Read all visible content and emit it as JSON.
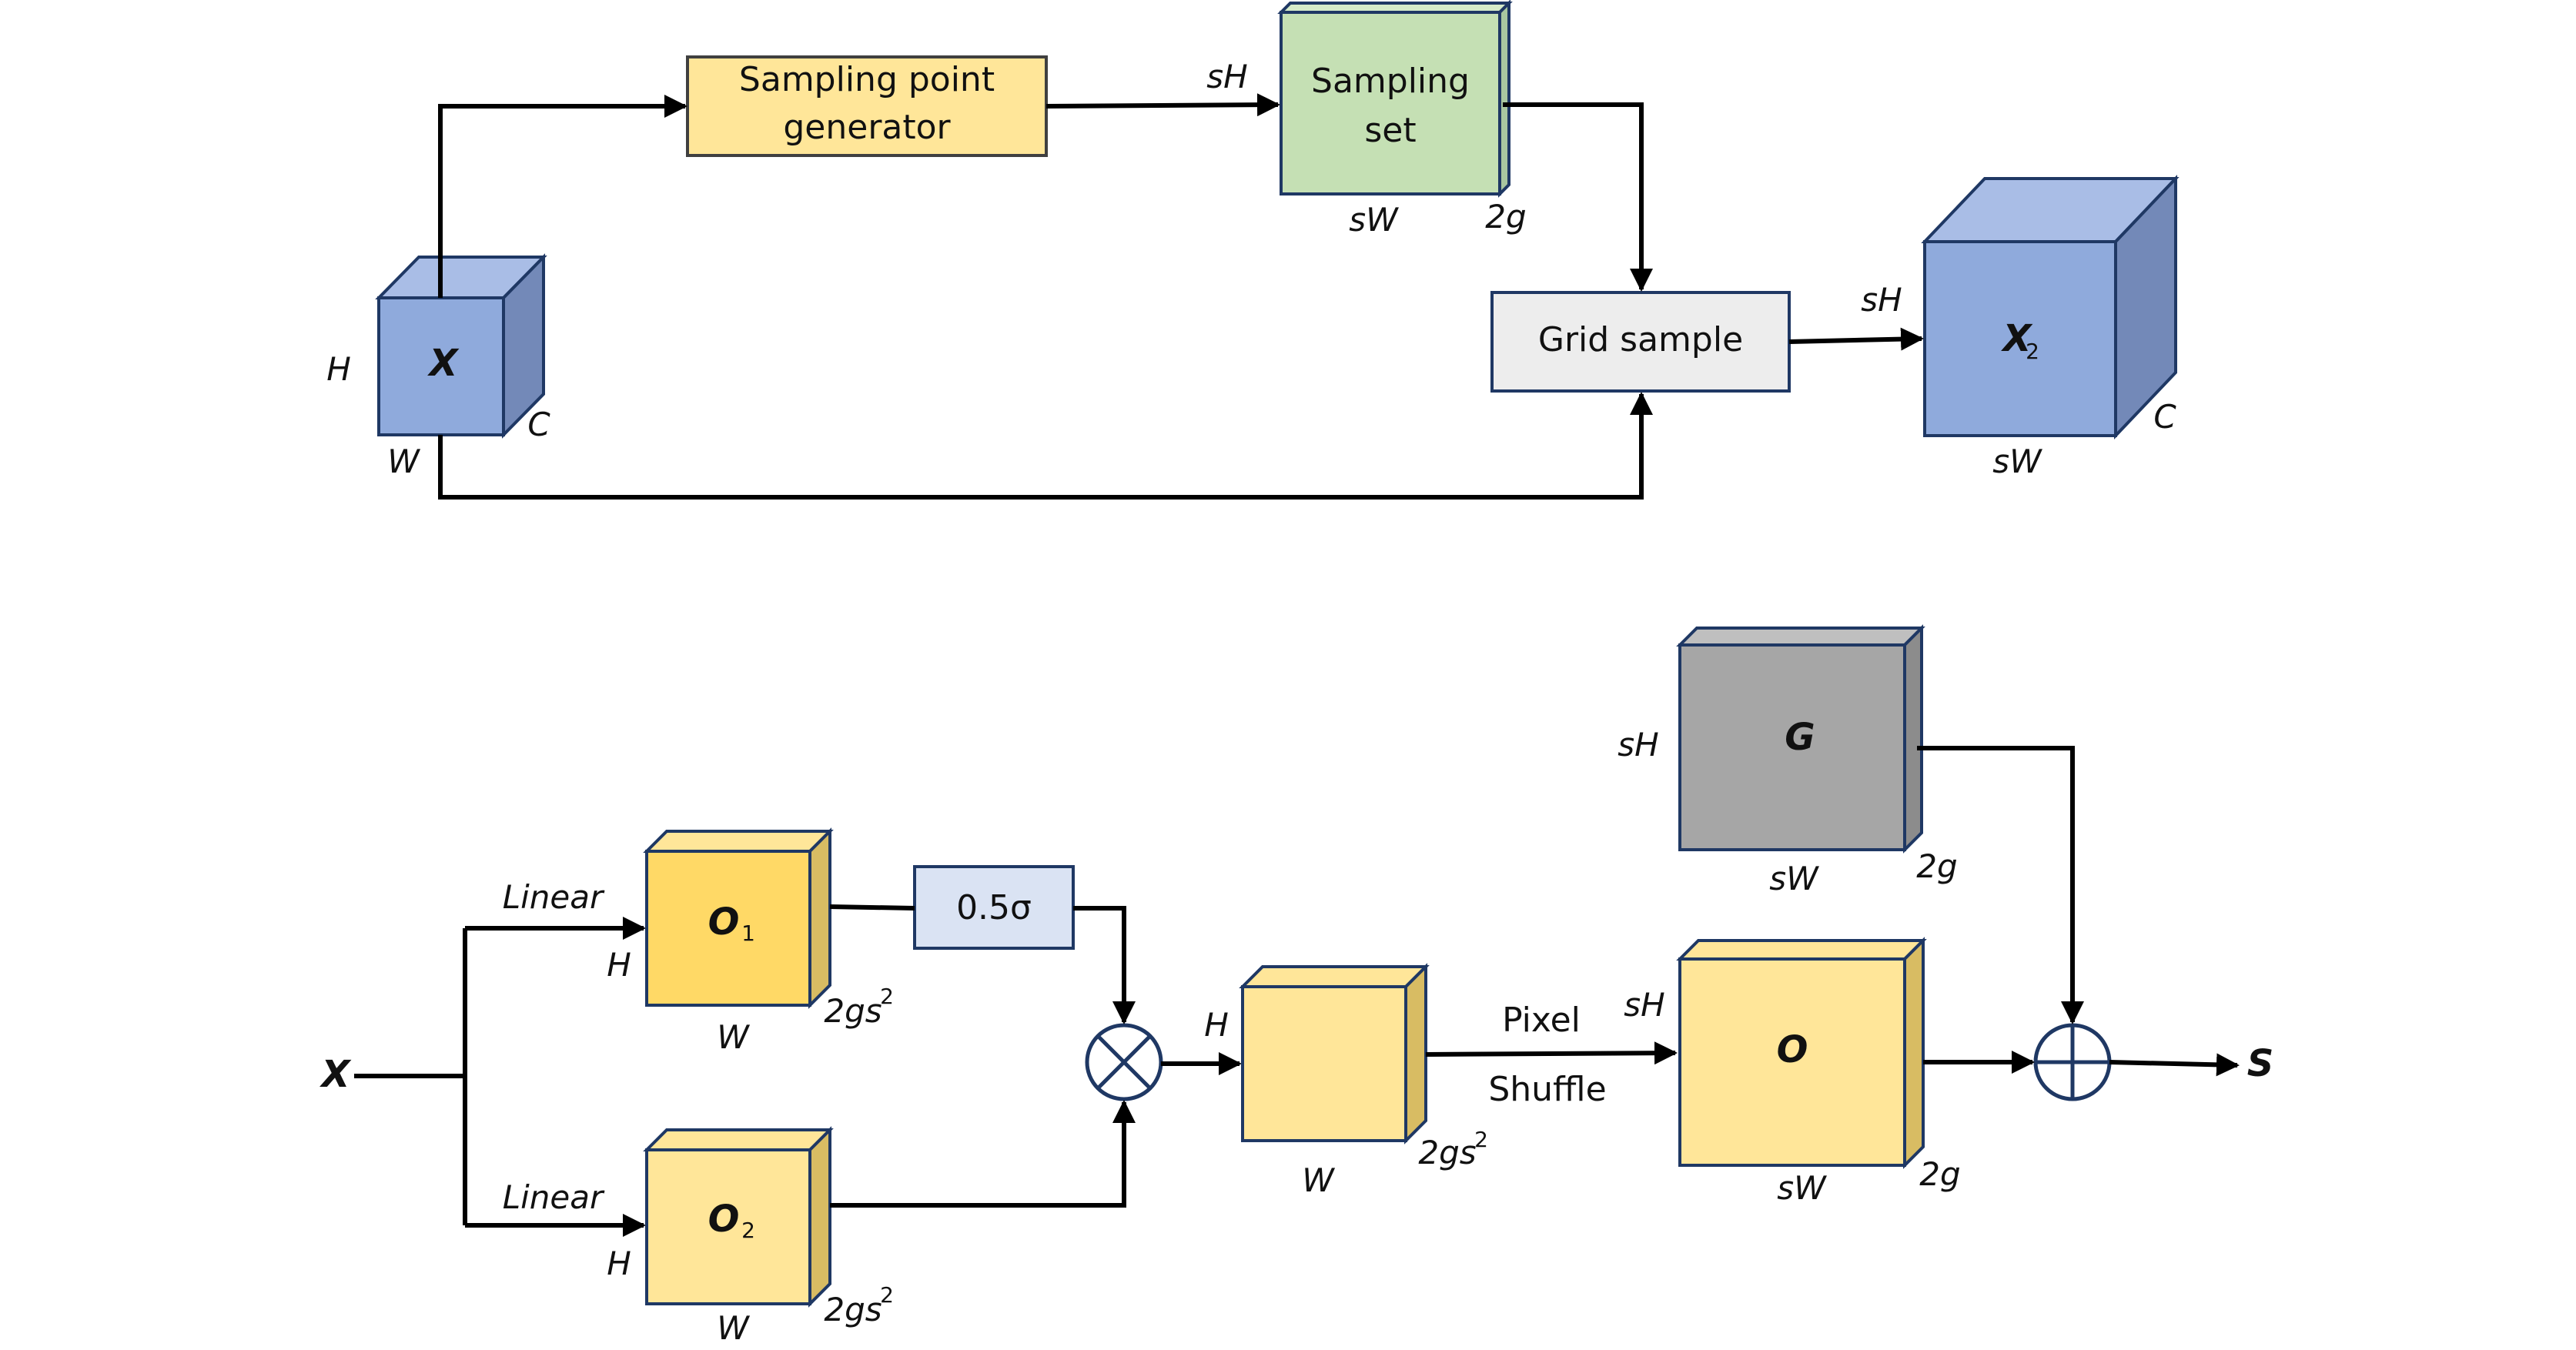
{
  "top": {
    "input": {
      "symbol": "X",
      "h": "H",
      "w": "W",
      "c": "C"
    },
    "generator": {
      "line1": "Sampling point",
      "line2": "generator"
    },
    "sampling_set": {
      "line1": "Sampling",
      "line2": "set",
      "h": "sH",
      "w": "sW",
      "c": "2g"
    },
    "grid_sample": {
      "label": "Grid sample"
    },
    "output": {
      "symbol": "X",
      "sub": "2",
      "h": "sH",
      "w": "sW",
      "c": "C"
    }
  },
  "bottom": {
    "input": {
      "symbol": "X"
    },
    "branch1": {
      "op": "Linear",
      "symbol": "O",
      "sub": "1",
      "h": "H",
      "w": "W",
      "c": "2gs",
      "sup": "2"
    },
    "branch2": {
      "op": "Linear",
      "symbol": "O",
      "sub": "2",
      "h": "H",
      "w": "W",
      "c": "2gs",
      "sup": "2"
    },
    "scale": {
      "label": "0.5σ"
    },
    "product": {
      "h": "H",
      "w": "W",
      "c": "2gs",
      "sup": "2"
    },
    "shuffle": {
      "line1": "Pixel",
      "line2": "Shuffle"
    },
    "offset": {
      "symbol": "O",
      "h": "sH",
      "w": "sW",
      "c": "2g"
    },
    "grid": {
      "symbol": "G",
      "h": "sH",
      "w": "sW",
      "c": "2g"
    },
    "output": {
      "symbol": "S"
    }
  },
  "colors": {
    "blue_front": "#8faadc",
    "blue_top": "#a9bde6",
    "blue_side": "#7389b8",
    "gen_fill": "#ffe699",
    "green_front": "#c5e0b4",
    "green_top": "#d6ebc9",
    "green_side": "#a9c7a0",
    "grid_box": "#ededed",
    "yellow_strong": "#ffd966",
    "yellow_light": "#ffe699",
    "yellow_side": "#d8bc63",
    "scale_fill": "#dae3f3",
    "gray_front": "#a6a6a6",
    "gray_top": "#bfbfbf",
    "gray_side": "#8c8c8c",
    "stroke": "#1f3864"
  }
}
